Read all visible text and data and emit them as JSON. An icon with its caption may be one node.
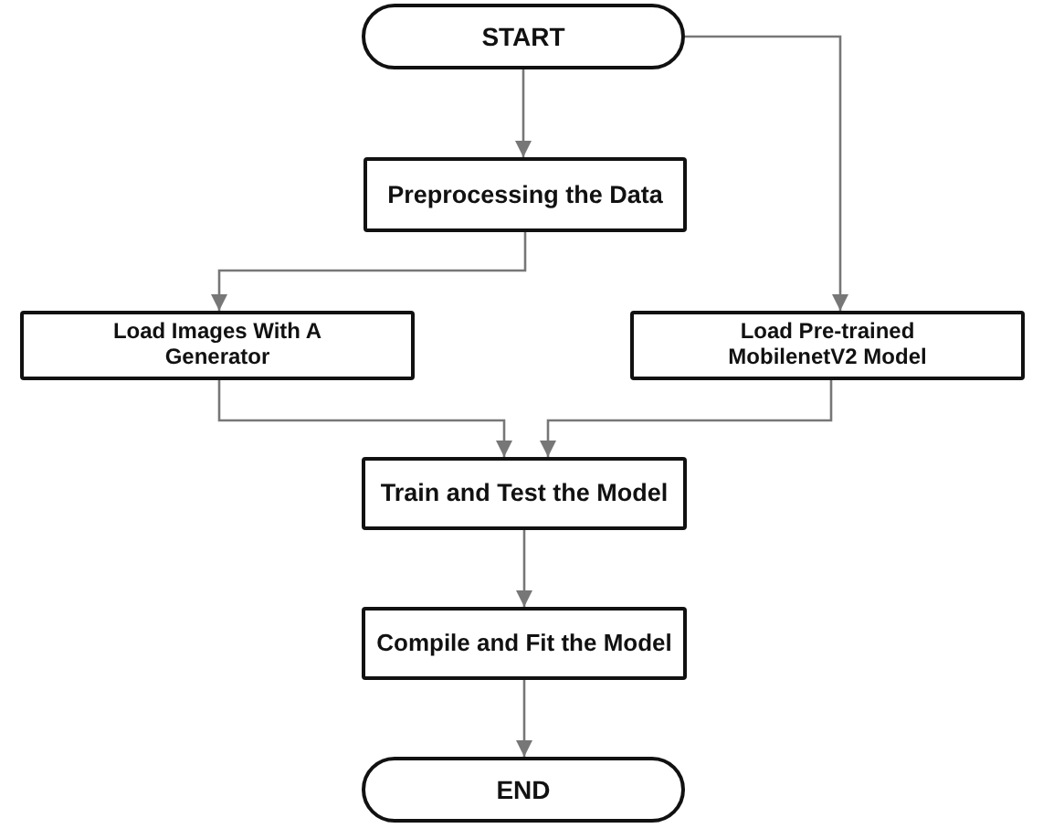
{
  "diagram": {
    "nodes": [
      {
        "text": [
          "START"
        ]
      },
      {
        "text": [
          "Preprocessing the Data"
        ]
      },
      {
        "text": [
          "Load Images With A Generator"
        ]
      },
      {
        "text": [
          "Load Pre-trained MobilenetV2 Model"
        ]
      },
      {
        "text": [
          "Train and Test the Model"
        ]
      },
      {
        "text": [
          "Compile and Fit the Model"
        ]
      },
      {
        "text": [
          "END"
        ]
      }
    ],
    "edges": [
      {
        "from": 0,
        "to": 1,
        "arrow": "to"
      },
      {
        "from": 0,
        "to": 3,
        "arrow": "to"
      },
      {
        "from": 1,
        "to": 2,
        "arrow": "to"
      },
      {
        "from": 2,
        "to": 4,
        "arrow": "to"
      },
      {
        "from": 3,
        "to": 4,
        "arrow": "to"
      },
      {
        "from": 4,
        "to": 5,
        "arrow": "to"
      },
      {
        "from": 5,
        "to": 6,
        "arrow": "to"
      }
    ]
  }
}
